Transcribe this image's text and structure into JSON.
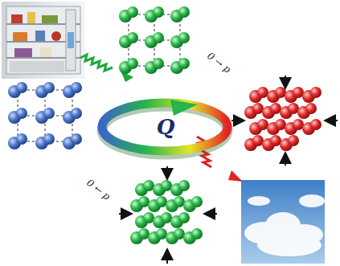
{
  "diagram": {
    "labels": [
      "Q",
      "0 → p",
      "0 ← p"
    ]
  }
}
